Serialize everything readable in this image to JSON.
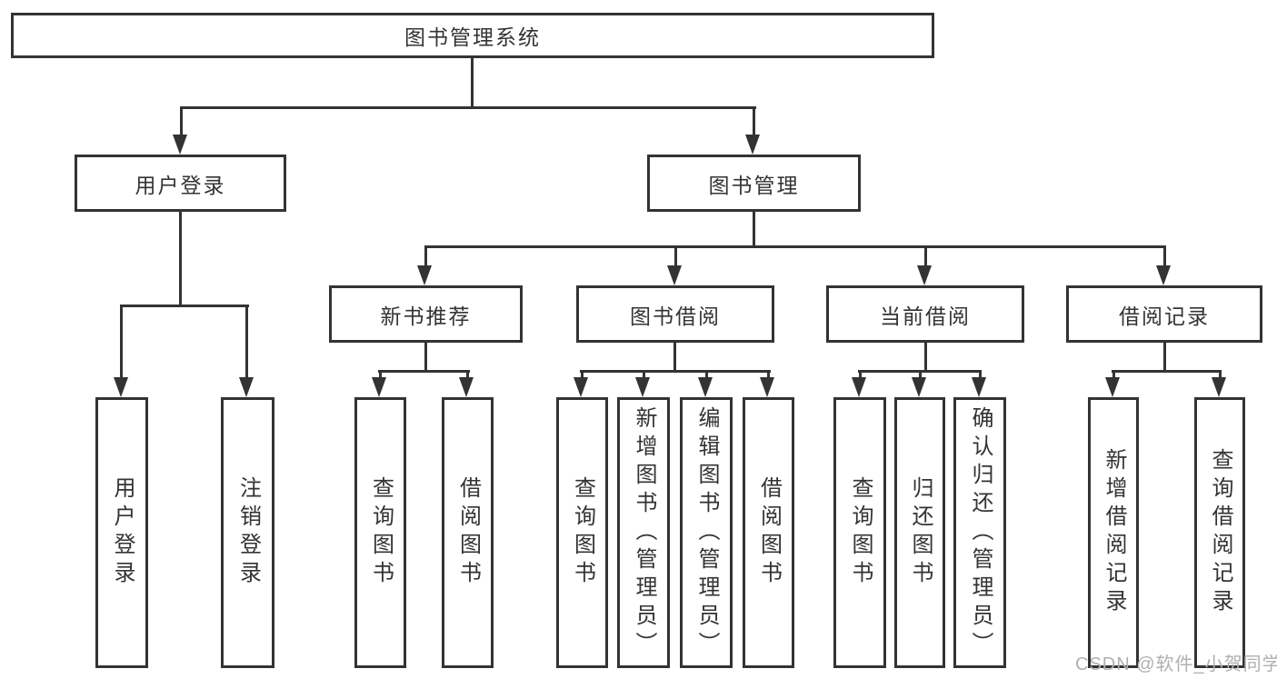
{
  "colors": {
    "line": "#333333",
    "text": "#333333",
    "background": "#ffffff",
    "watermark": "#b0b0b0"
  },
  "root": {
    "label": "图书管理系统"
  },
  "user_branch": {
    "label": "用户登录",
    "children": [
      {
        "label": "用户登录"
      },
      {
        "label": "注销登录"
      }
    ]
  },
  "book_branch": {
    "label": "图书管理",
    "sections": [
      {
        "label": "新书推荐",
        "children": [
          {
            "label": "查询图书"
          },
          {
            "label": "借阅图书"
          }
        ]
      },
      {
        "label": "图书借阅",
        "children": [
          {
            "label": "查询图书"
          },
          {
            "label": "新增图书（管理员）"
          },
          {
            "label": "编辑图书（管理员）"
          },
          {
            "label": "借阅图书"
          }
        ]
      },
      {
        "label": "当前借阅",
        "children": [
          {
            "label": "查询图书"
          },
          {
            "label": "归还图书"
          },
          {
            "label": "确认归还（管理员）"
          }
        ]
      },
      {
        "label": "借阅记录",
        "children": [
          {
            "label": "新增借阅记录"
          },
          {
            "label": "查询借阅记录"
          }
        ]
      }
    ]
  },
  "watermark": {
    "text": "CSDN @软件_小贺同学"
  }
}
